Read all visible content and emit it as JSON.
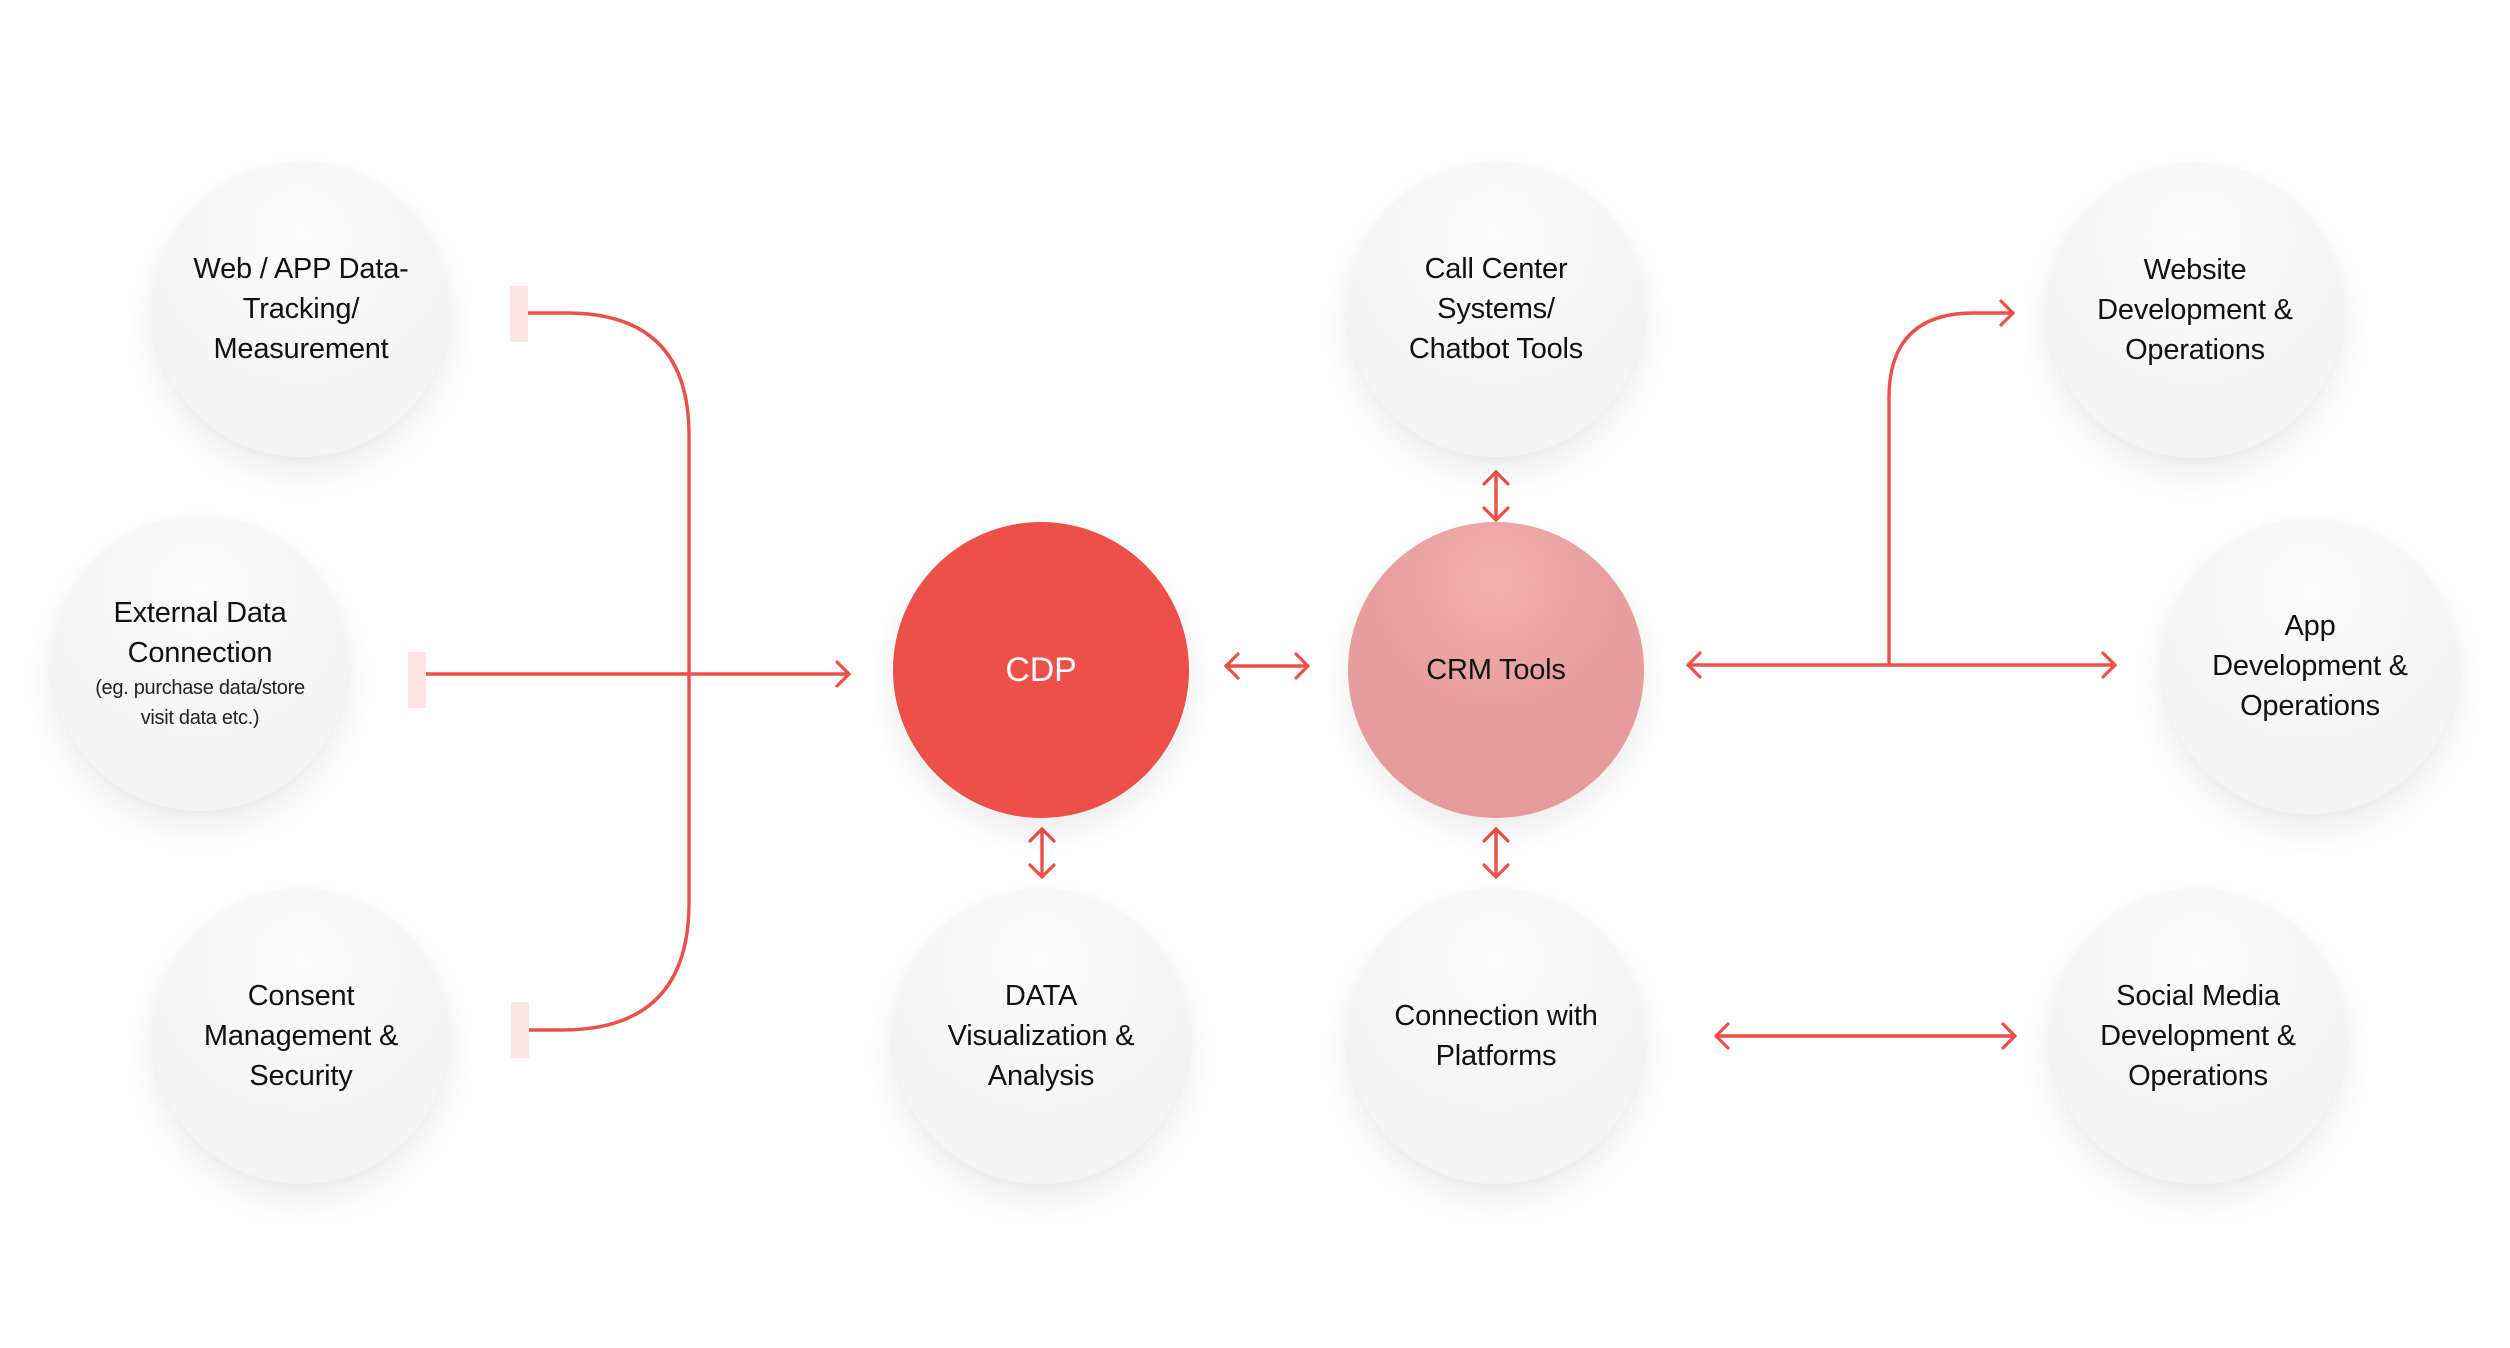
{
  "colors": {
    "accent": "#EC5049",
    "connector": "#EC5049",
    "crm_fill": "#E59C9C",
    "node_fill": "#F5F5F5",
    "stub_fill": "#FCE4E3"
  },
  "inputs": [
    {
      "id": "web",
      "lines": [
        "Web / APP Data-",
        "Tracking/",
        "Measurement"
      ]
    },
    {
      "id": "external",
      "lines": [
        "External Data",
        "Connection"
      ],
      "sub_lines": [
        "(eg. purchase data/store",
        "visit data etc.)"
      ]
    },
    {
      "id": "consent",
      "lines": [
        "Consent",
        "Management &",
        "Security"
      ]
    }
  ],
  "core": {
    "cdp": {
      "label": "CDP"
    },
    "crm": {
      "label": "CRM Tools"
    }
  },
  "satellites": {
    "data_viz": {
      "lines": [
        "DATA",
        "Visualization &",
        "Analysis"
      ]
    },
    "call_center": {
      "lines": [
        "Call Center",
        "Systems/",
        "Chatbot Tools"
      ]
    },
    "connection": {
      "lines": [
        "Connection with",
        "Platforms"
      ]
    }
  },
  "outputs": {
    "website": {
      "lines": [
        "Website",
        "Development &",
        "Operations"
      ]
    },
    "app": {
      "lines": [
        "App",
        "Development &",
        "Operations"
      ]
    },
    "social": {
      "lines": [
        "Social Media",
        "Development &",
        "Operations"
      ]
    }
  }
}
